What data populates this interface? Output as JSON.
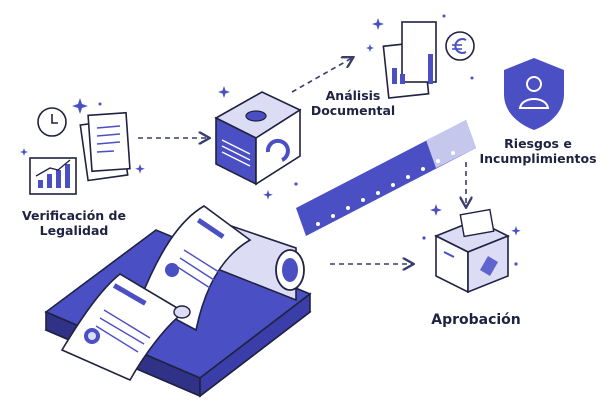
{
  "labels": {
    "verification": {
      "line1": "Verificación de",
      "line2": "Legalidad"
    },
    "analysis": {
      "line1": "Análisis",
      "line2": "Documental"
    },
    "risks": {
      "line1": "Riesgos e",
      "line2": "Incumplimientos"
    },
    "approval": "Aprobación"
  },
  "colors": {
    "primary": "#4b4fc4",
    "primary_dark": "#2f3286",
    "light": "#dcdcf5",
    "outline": "#1f2240",
    "accent_arrow": "#3a3d6b"
  },
  "icons": [
    "clock-icon",
    "document-icon",
    "bar-chart-icon",
    "scanner-machine-icon",
    "analysis-documents-icon",
    "euro-icon",
    "shield-user-icon",
    "approval-box-icon",
    "printer-machine-icon",
    "sparkle-icon"
  ]
}
